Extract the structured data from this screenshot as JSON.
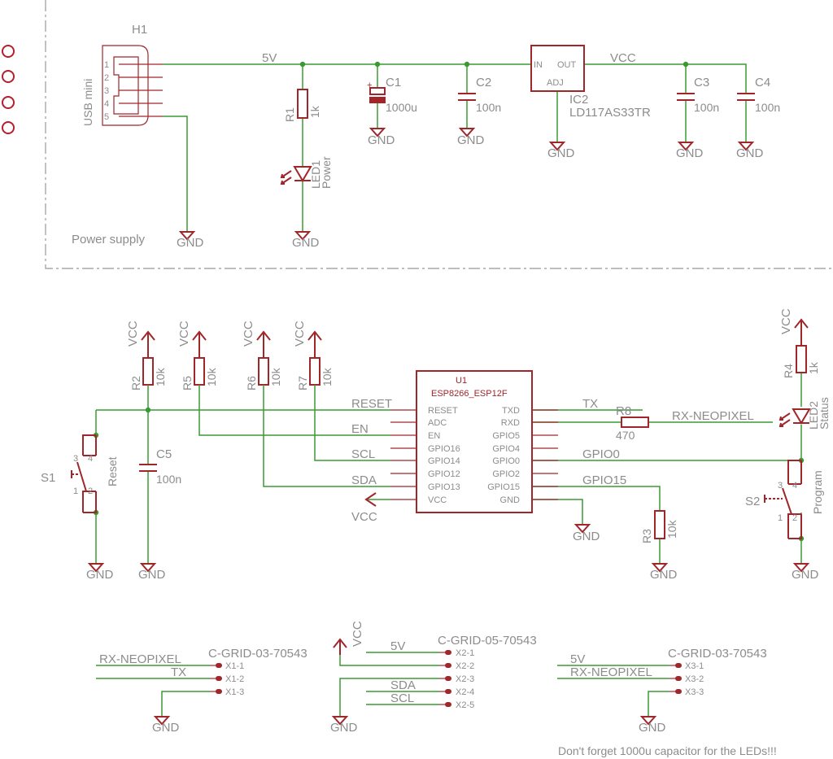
{
  "frame_label": "Power supply",
  "note": "Don't forget 1000u capacitor for the LEDs!!!",
  "nets": {
    "v5": "5V",
    "vcc": "VCC",
    "gnd": "GND",
    "reset": "RESET",
    "en": "EN",
    "scl": "SCL",
    "sda": "SDA",
    "tx": "TX",
    "rx_neopixel": "RX-NEOPIXEL",
    "gpio0": "GPIO0",
    "gpio15": "GPIO15"
  },
  "h1": {
    "name": "H1",
    "type": "USB mini",
    "pins": [
      "1",
      "2",
      "3",
      "4",
      "5"
    ]
  },
  "power": {
    "r1": {
      "name": "R1",
      "value": "1k"
    },
    "led1": {
      "name": "LED1",
      "value": "Power"
    },
    "c1": {
      "name": "C1",
      "value": "1000u",
      "polarity": "+"
    },
    "c2": {
      "name": "C2",
      "value": "100n"
    },
    "ic2": {
      "name": "IC2",
      "value": "LD117AS33TR",
      "pin_in": "IN",
      "pin_out": "OUT",
      "pin_adj": "ADJ"
    },
    "c3": {
      "name": "C3",
      "value": "100n"
    },
    "c4": {
      "name": "C4",
      "value": "100n"
    }
  },
  "mcu": {
    "name": "U1",
    "value": "ESP8266_ESP12F",
    "left_pins": [
      "RESET",
      "ADC",
      "EN",
      "GPIO16",
      "GPIO14",
      "GPIO12",
      "GPIO13",
      "VCC"
    ],
    "right_pins": [
      "TXD",
      "RXD",
      "GPIO5",
      "GPIO4",
      "GPIO0",
      "GPIO2",
      "GPIO15",
      "GND"
    ]
  },
  "parts": {
    "r2": {
      "name": "R2",
      "value": "10k"
    },
    "r5": {
      "name": "R5",
      "value": "10k"
    },
    "r6": {
      "name": "R6",
      "value": "10k"
    },
    "r7": {
      "name": "R7",
      "value": "10k"
    },
    "r3": {
      "name": "R3",
      "value": "10k"
    },
    "r4": {
      "name": "R4",
      "value": "1k"
    },
    "r8": {
      "name": "R8",
      "value": "470"
    },
    "c5": {
      "name": "C5",
      "value": "100n"
    },
    "led2": {
      "name": "LED2",
      "value": "Status"
    },
    "s1": {
      "name": "S1",
      "value": "Reset",
      "pins": [
        "1",
        "2",
        "3",
        "4"
      ]
    },
    "s2": {
      "name": "S2",
      "value": "Program",
      "pins": [
        "1",
        "2",
        "3",
        "4"
      ]
    }
  },
  "connectors": {
    "x1": {
      "type": "C-GRID-03-70543",
      "pins": [
        "X1-1",
        "X1-2",
        "X1-3"
      ]
    },
    "x2": {
      "type": "C-GRID-05-70543",
      "pins": [
        "X2-1",
        "X2-2",
        "X2-3",
        "X2-4",
        "X2-5"
      ]
    },
    "x3": {
      "type": "C-GRID-03-70543",
      "pins": [
        "X3-1",
        "X3-2",
        "X3-3"
      ]
    }
  }
}
